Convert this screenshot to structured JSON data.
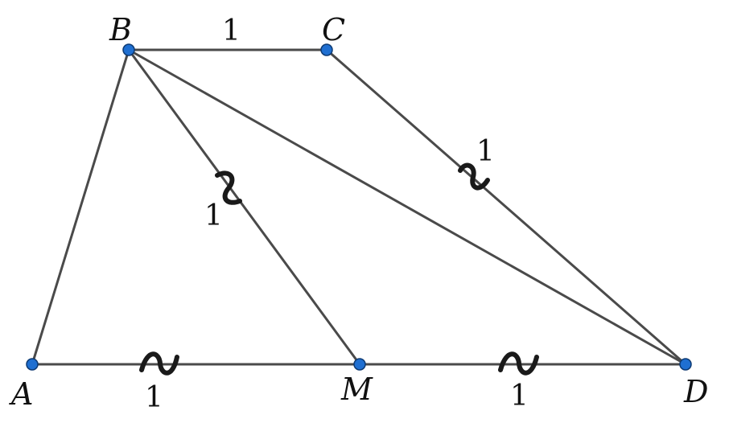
{
  "vertices": {
    "A": "A",
    "B": "B",
    "C": "C",
    "M": "M",
    "D": "D"
  },
  "edge_labels": {
    "BC": "1",
    "CD": "1",
    "BM": "1",
    "AM": "1",
    "MD": "1"
  },
  "colors": {
    "edge": "#4a4a4a",
    "vertex": "#1f6fd1",
    "tick": "#1a1a1a"
  }
}
